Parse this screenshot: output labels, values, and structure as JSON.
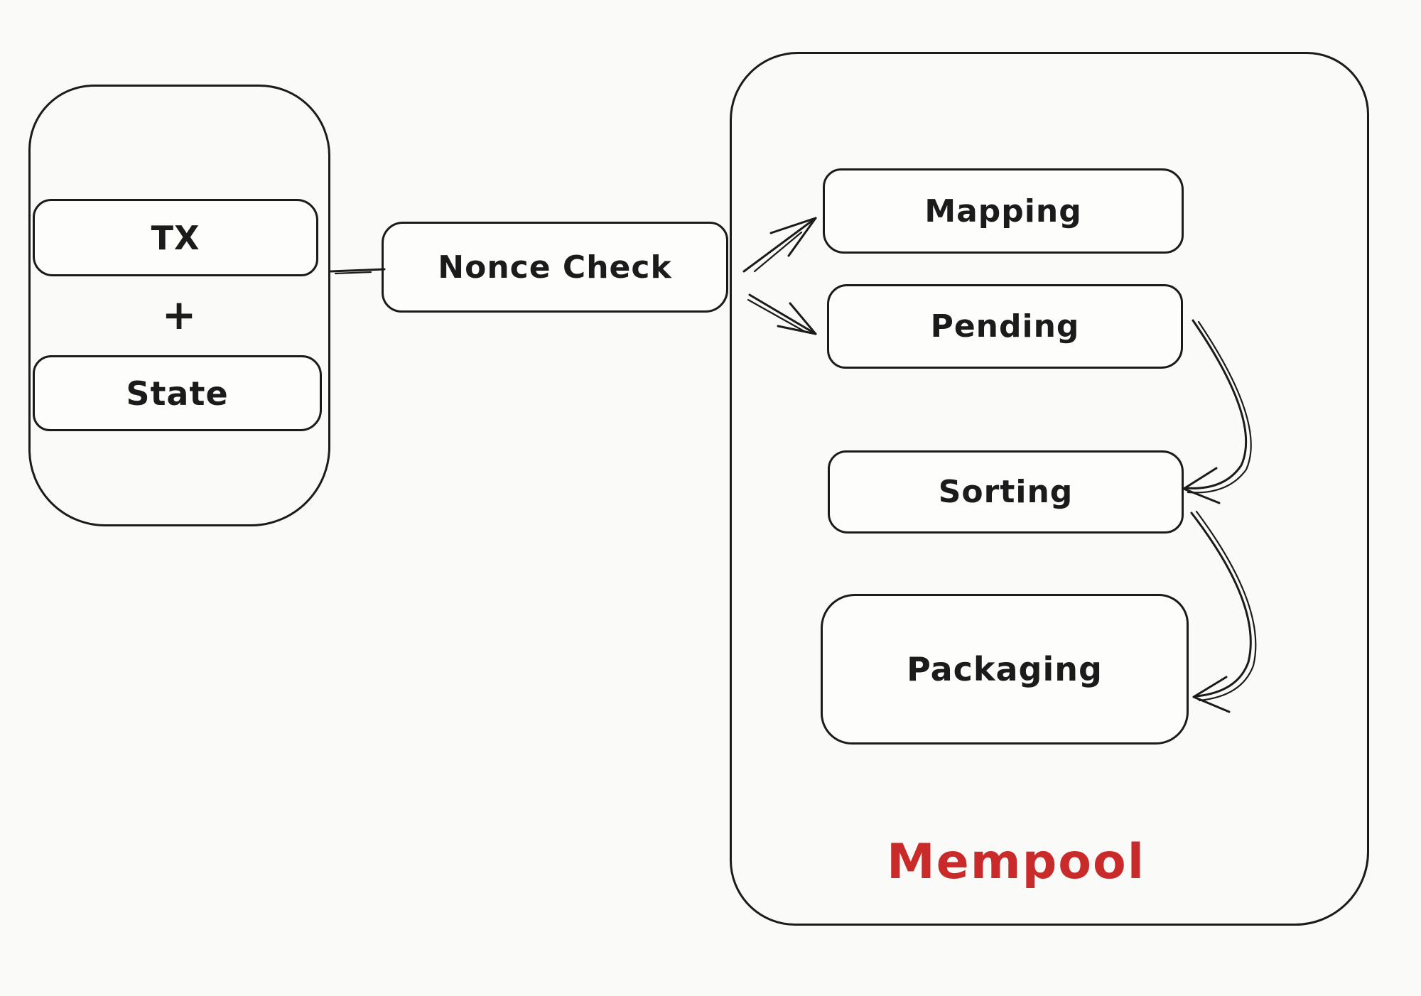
{
  "diagram": {
    "background_color": "#fafaf8",
    "stroke_color": "#1b1b1b",
    "input_group": {
      "tx_label": "TX",
      "plus_label": "+",
      "state_label": "State"
    },
    "nonce_check_label": "Nonce Check",
    "mempool": {
      "title": "Mempool",
      "title_color": "#c92a2a",
      "stages": [
        {
          "label": "Mapping"
        },
        {
          "label": "Pending"
        },
        {
          "label": "Sorting"
        },
        {
          "label": "Packaging"
        }
      ]
    },
    "edges": [
      {
        "from": "TX + State",
        "to": "Nonce Check",
        "style": "plain-line"
      },
      {
        "from": "Nonce Check",
        "to": "Mapping",
        "style": "straight-arrow"
      },
      {
        "from": "Nonce Check",
        "to": "Pending",
        "style": "straight-arrow-double-stroke"
      },
      {
        "from": "Pending",
        "to": "Sorting",
        "style": "curved-arrow-double-stroke"
      },
      {
        "from": "Sorting",
        "to": "Packaging",
        "style": "curved-arrow-double-stroke"
      }
    ]
  }
}
